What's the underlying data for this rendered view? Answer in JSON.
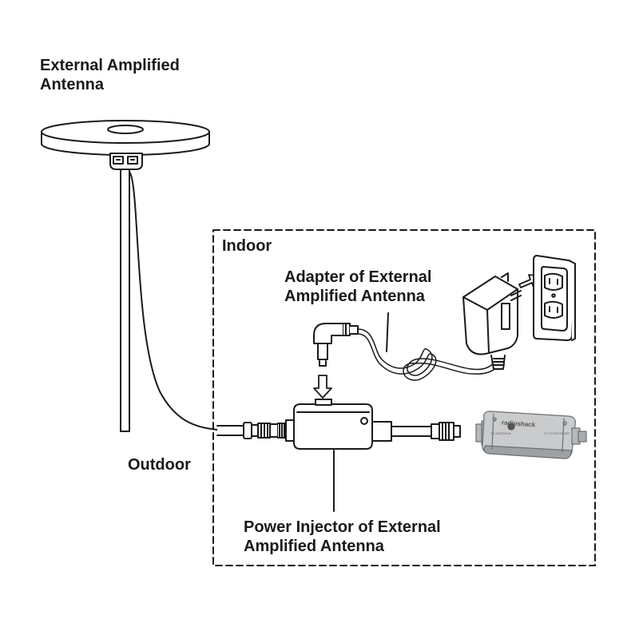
{
  "labels": {
    "external_antenna": [
      "External Amplified",
      "Antenna"
    ],
    "indoor": "Indoor",
    "outdoor": "Outdoor",
    "adapter": [
      "Adapter of External",
      "Amplified Antenna"
    ],
    "injector": [
      "Power Injector of External",
      "Amplified Antenna"
    ]
  },
  "brand": "radioshack",
  "device_text": {
    "left": "TO ANTENNA",
    "right": "TO TV/RECEIVER"
  },
  "colors": {
    "line": "#1a1a1a",
    "device_fill": "#c9cbcd",
    "device_shade": "#9ea1a4"
  },
  "icons": [
    "antenna-disc-icon",
    "wall-outlet-icon",
    "ac-adapter-icon",
    "power-injector-icon",
    "amplifier-icon",
    "down-arrow-icon"
  ]
}
